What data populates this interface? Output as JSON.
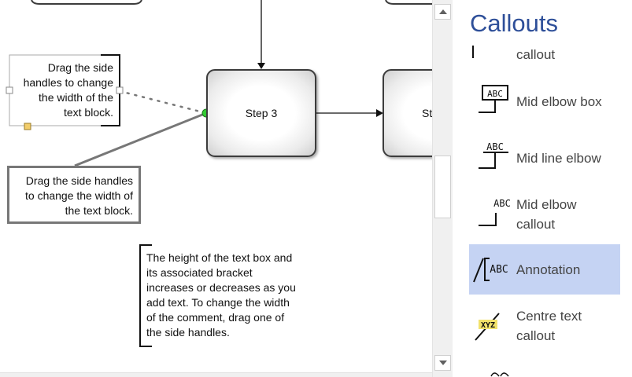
{
  "canvas": {
    "steps": [
      {
        "label": "Step 3"
      },
      {
        "label": "Ste"
      }
    ],
    "callout_top": {
      "text_lines": [
        "Drag the side",
        "handles to change",
        "the width of the",
        "text block."
      ]
    },
    "callout_bottom": {
      "text_lines": [
        "Drag the side handles",
        "to change the width of",
        "the text block."
      ]
    },
    "annotation": {
      "text_lines": [
        "The height of the text box and",
        "its associated bracket",
        "increases or decreases as you",
        "add text. To change the width",
        "of the comment, drag one of",
        "the side handles."
      ]
    }
  },
  "panel": {
    "title": "Callouts",
    "items": [
      {
        "label_lines": [
          "callout"
        ],
        "icon": "callout-partial-icon"
      },
      {
        "label_lines": [
          "Mid elbow box"
        ],
        "icon": "mid-elbow-box-icon",
        "thumb_text": "ABC"
      },
      {
        "label_lines": [
          "Mid line elbow"
        ],
        "icon": "mid-line-elbow-icon",
        "thumb_text": "ABC"
      },
      {
        "label_lines": [
          "Mid elbow",
          "callout"
        ],
        "icon": "mid-elbow-callout-icon",
        "thumb_text": "ABC"
      },
      {
        "label_lines": [
          "Annotation"
        ],
        "icon": "annotation-icon",
        "thumb_text": "ABC",
        "selected": true
      },
      {
        "label_lines": [
          "Centre text",
          "callout"
        ],
        "icon": "centre-text-callout-icon",
        "thumb_text": "XYZ"
      }
    ],
    "selection_color": "#c5d3f3",
    "title_color": "#2e4f99"
  }
}
